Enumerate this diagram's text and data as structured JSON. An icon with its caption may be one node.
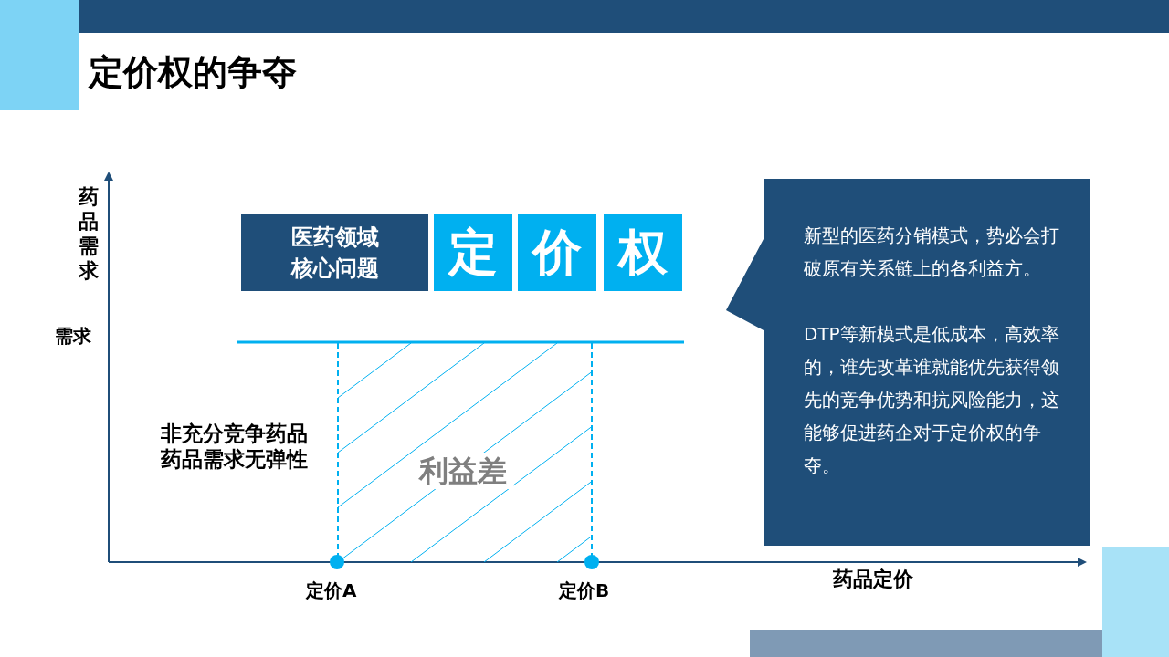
{
  "diagram": {
    "title": "定价权的争夺",
    "nodes": [
      {
        "text": [
          "医药领域核心问题"
        ]
      },
      {
        "text": [
          "定"
        ]
      },
      {
        "text": [
          "价"
        ]
      },
      {
        "text": [
          "权"
        ]
      },
      {
        "text": [
          "新型的医药分销模式，势必会打破原有关系链上的各利益方。",
          "DTP等新模式是低成本，高效率的，谁先改革谁就能优先获得领先的竞争优势和抗风险能力，这能够促进药企对于定价权的争夺。"
        ]
      }
    ],
    "edges": [],
    "labels": [
      "药品需求",
      "需求",
      "非充分竞争药品药品需求无弹性",
      "利益差",
      "定价A",
      "定价B",
      "药品定价"
    ]
  }
}
